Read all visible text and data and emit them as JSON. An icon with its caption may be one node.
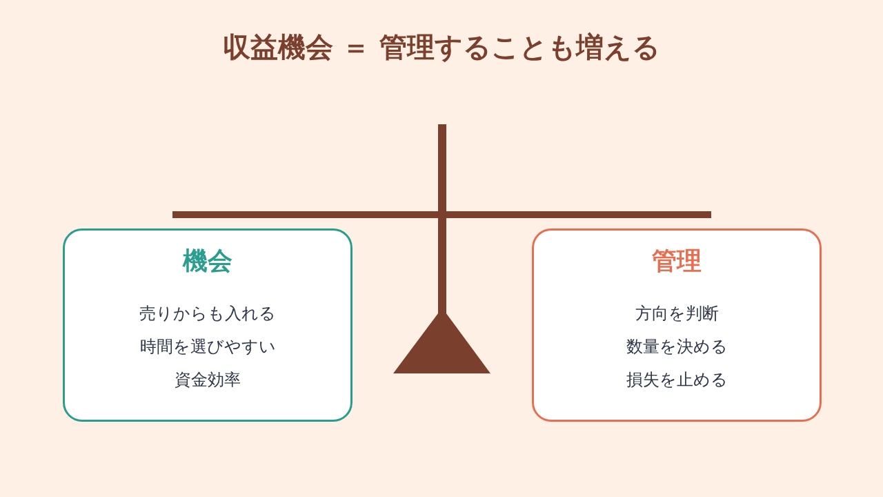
{
  "diagram": {
    "title": "収益機会 ＝ 管理することも増える",
    "nodes": [
      {
        "text": [
          "機会",
          "売りからも入れる",
          "時間を選びやすい",
          "資金効率"
        ]
      },
      {
        "text": [
          "管理",
          "方向を判断",
          "数量を決める",
          "損失を止める"
        ]
      }
    ]
  }
}
